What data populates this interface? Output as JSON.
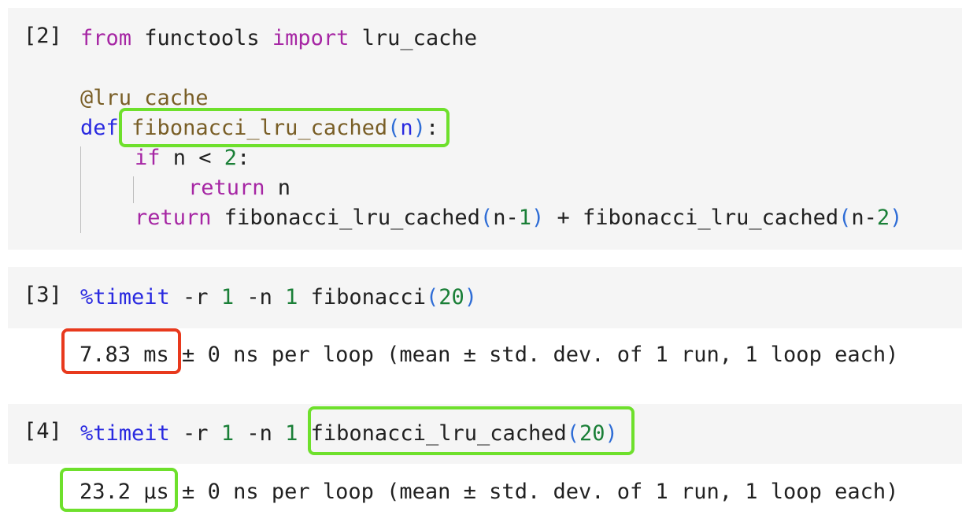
{
  "cells": [
    {
      "prompt": "[2]",
      "lines": {
        "l1": {
          "from": "from",
          "mod": " functools ",
          "import": "import",
          "name": " lru_cache"
        },
        "l2": {
          "decorator": "@lru_cache"
        },
        "l3": {
          "def": "def",
          "fname": "fibonacci_lru_cached",
          "lp": "(",
          "arg": "n",
          "rp": ")",
          "colon": ":"
        },
        "l4": {
          "if": "if",
          "cond": " n < ",
          "num": "2",
          "colon": ":"
        },
        "l5": {
          "return": "return",
          "val": " n"
        },
        "l6": {
          "return": "return",
          "call1": " fibonacci_lru_cached",
          "lp1": "(",
          "a1": "n-",
          "n1": "1",
          "rp1": ")",
          "plus": " + ",
          "call2": "fibonacci_lru_cached",
          "lp2": "(",
          "a2": "n-",
          "n2": "2",
          "rp2": ")"
        }
      }
    },
    {
      "prompt": "[3]",
      "magic": "%timeit",
      "flags1": " -r ",
      "r": "1",
      "flags2": " -n ",
      "n": "1",
      "call": " fibonacci",
      "lp": "(",
      "arg": "20",
      "rp": ")",
      "output_time": "7.83 ms",
      "output_rest": " ± 0 ns per loop (mean ± std. dev. of 1 run, 1 loop each)"
    },
    {
      "prompt": "[4]",
      "magic": "%timeit",
      "flags1": " -r ",
      "r": "1",
      "flags2": " -n ",
      "n": "1",
      "call": " fibonacci_lru_cached",
      "lp": "(",
      "arg": "20",
      "rp": ")",
      "output_time": "23.2 μs",
      "output_rest": " ± 0 ns per loop (mean ± std. dev. of 1 run, 1 loop each)"
    }
  ],
  "colors": {
    "highlight_green": "#6ee02c",
    "highlight_red": "#e8391d",
    "cell_bg": "#f5f5f5"
  }
}
